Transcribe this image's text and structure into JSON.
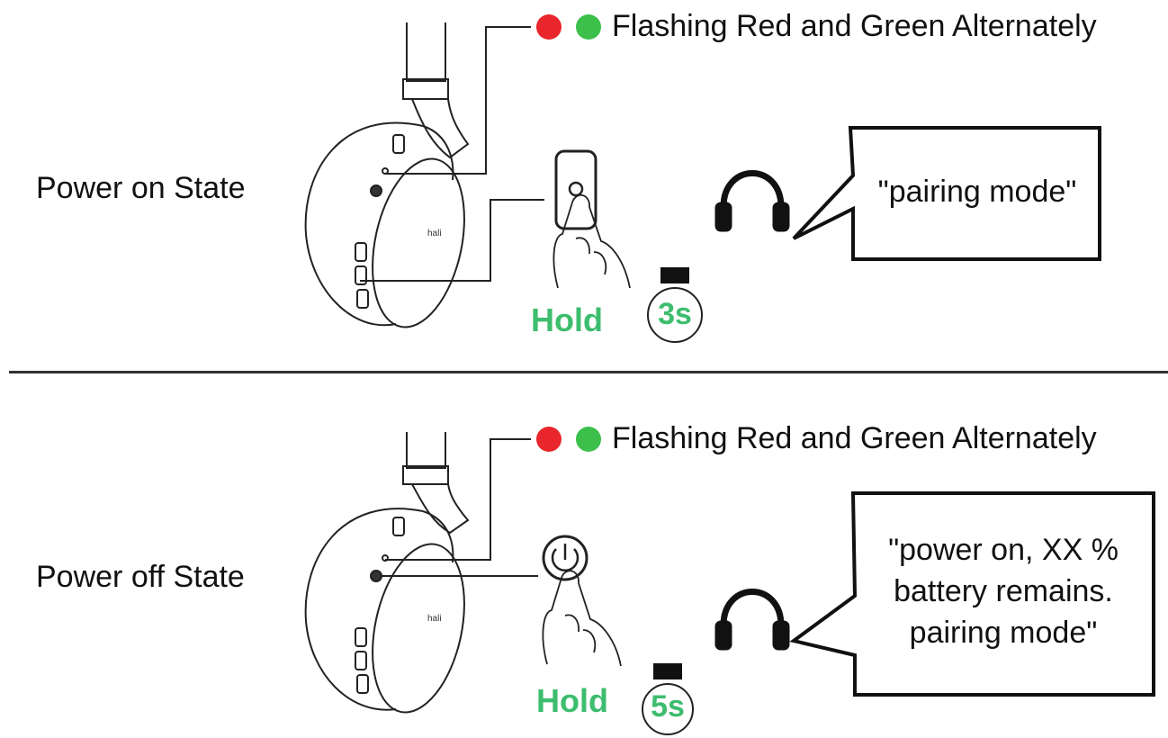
{
  "colors": {
    "red_led": "#e8262b",
    "green_led": "#3cc04b",
    "accent_green": "#3dbd6e",
    "line": "#111111"
  },
  "top": {
    "state_label": "Power on State",
    "led_text": "Flashing Red and Green Alternately",
    "hold_label": "Hold",
    "timer_label": "3s",
    "speech": "\"pairing mode\""
  },
  "bottom": {
    "state_label": "Power off State",
    "led_text": "Flashing Red and Green Alternately",
    "hold_label": "Hold",
    "timer_label": "5s",
    "speech_lines": [
      "\"power on, XX %",
      "battery remains.",
      "pairing mode\""
    ]
  }
}
